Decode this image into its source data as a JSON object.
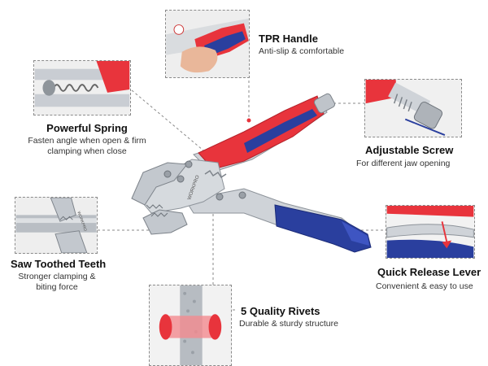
{
  "features": {
    "tpr_handle": {
      "title": "TPR Handle",
      "desc": "Anti-slip & comfortable"
    },
    "powerful_spring": {
      "title": "Powerful Spring",
      "desc_line1": "Fasten angle when open & firm",
      "desc_line2": "clamping when close"
    },
    "adjustable_screw": {
      "title": "Adjustable Screw",
      "desc": "For different jaw opening"
    },
    "saw_teeth": {
      "title": "Saw Toothed Teeth",
      "desc_line1": "Stronger clamping &",
      "desc_line2": "biting force"
    },
    "quick_release": {
      "title": "Quick Release Lever",
      "desc": "Convenient & easy to use"
    },
    "rivets": {
      "title": "5 Quality Rivets",
      "desc": "Durable & sturdy structure"
    }
  },
  "brand_marking": "WORKPRO",
  "colors": {
    "handle_red": "#e8343c",
    "handle_blue": "#2a3f9e",
    "steel": "#c9cdd3",
    "dashed_line": "#8a8a8a"
  }
}
